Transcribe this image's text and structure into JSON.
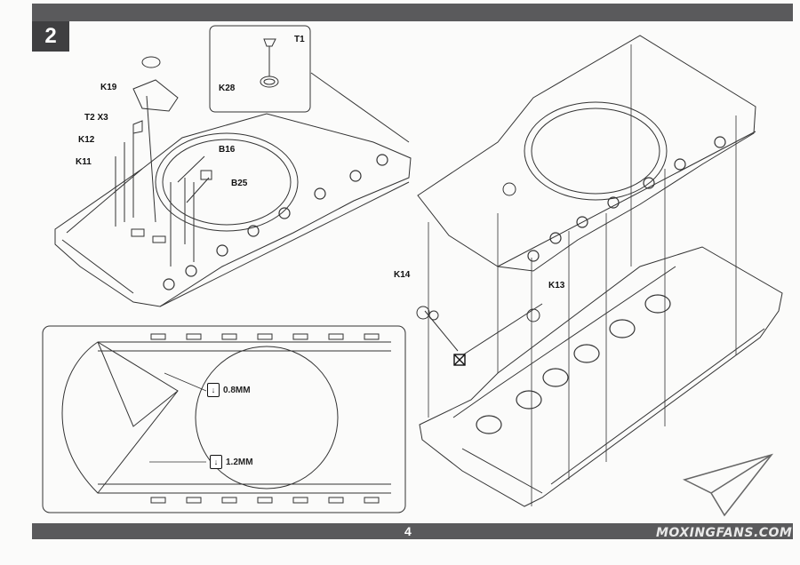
{
  "step": {
    "number": "2"
  },
  "page": {
    "number": "4"
  },
  "watermark": {
    "text": "MOXINGFANS.COM"
  },
  "parts": {
    "k19": "K19",
    "t2x3": "T2 X3",
    "k12": "K12",
    "k11": "K11",
    "b16": "B16",
    "b25": "B25",
    "t1": "T1",
    "k28": "K28",
    "k14": "K14",
    "k13": "K13"
  },
  "drill": {
    "hole_small": "0.8MM",
    "hole_large": "1.2MM"
  },
  "colors": {
    "bar": "#5a5a5c",
    "badge": "#3f3f41",
    "line": "#333333"
  },
  "icons": [
    "drill-icon",
    "cross-box-icon",
    "paper-plane-logo-icon"
  ]
}
